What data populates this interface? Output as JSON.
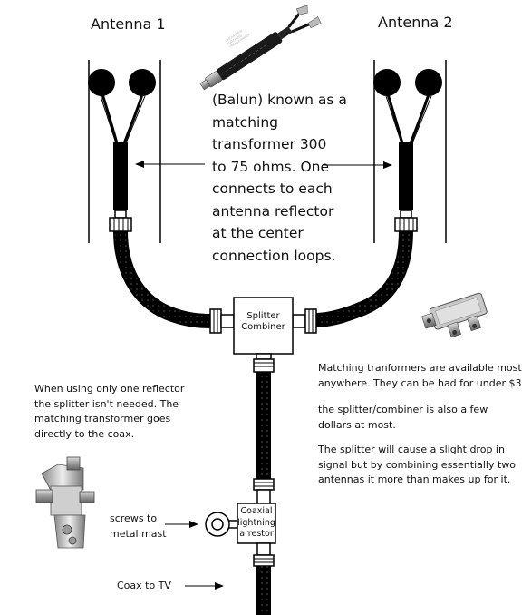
{
  "labels": {
    "antenna1": "Antenna 1",
    "antenna2": "Antenna 2",
    "balun_text": "(Balun) known as a\nmatching\ntransformer 300\nto 75 ohms. One\nconnects to each\nantenna reflector\nat the center\nconnection loops.",
    "splitter_box": "Splitter\nCombiner",
    "arrestor_box": "Coaxial\nlightning\narrestor",
    "one_reflector_note": "When using only one reflector\nthe splitter isn't needed. The\nmatching transformer goes\ndirectly to the coax.",
    "availability_note": "Matching tranformers are available most\nanywhere. They can be had for under $3",
    "splitter_cost_note": "the splitter/combiner is also a few\ndollars at most.",
    "signal_note": "The splitter will cause a slight drop in\nsignal but by combining essentially two\nantennas it more than makes up for it.",
    "screws_note": "screws to\nmetal mast",
    "coax_tv": "Coax to TV"
  },
  "balun_photo_print": "UHF/VHF/FM\nMATCHING\nTRANSFORMER"
}
